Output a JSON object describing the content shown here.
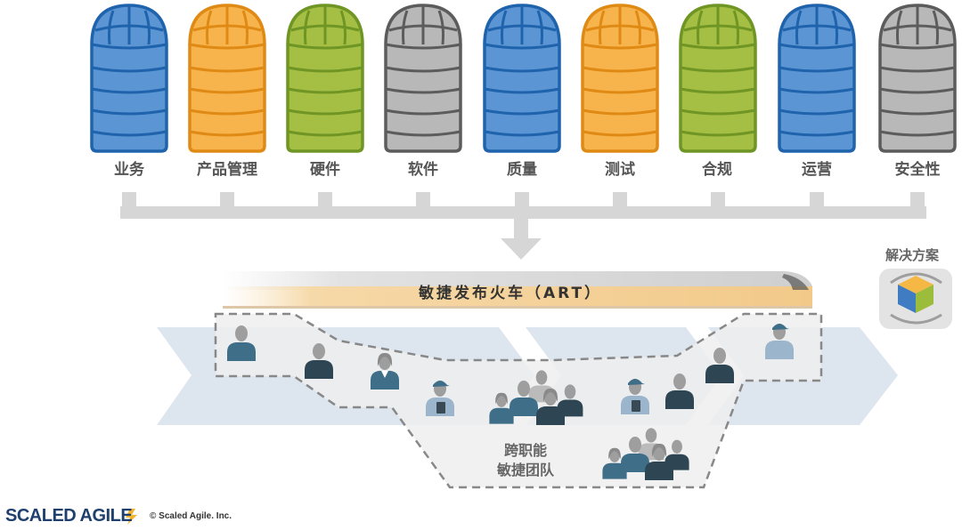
{
  "silos": [
    {
      "label": "业务",
      "color": "blue"
    },
    {
      "label": "产品管理",
      "color": "orange"
    },
    {
      "label": "硬件",
      "color": "green"
    },
    {
      "label": "软件",
      "color": "gray"
    },
    {
      "label": "质量",
      "color": "blue"
    },
    {
      "label": "测试",
      "color": "orange"
    },
    {
      "label": "合规",
      "color": "green"
    },
    {
      "label": "运营",
      "color": "blue"
    },
    {
      "label": "安全性",
      "color": "gray"
    }
  ],
  "palette": {
    "blue": {
      "fill": "#5b95d3",
      "stroke": "#1f63ad"
    },
    "orange": {
      "fill": "#f8b44c",
      "stroke": "#df8a14"
    },
    "green": {
      "fill": "#a5bf45",
      "stroke": "#6f9524"
    },
    "gray": {
      "fill": "#b8b8b8",
      "stroke": "#5c5c5c"
    },
    "connector": "#d6d6d6",
    "chevron": "#dde5ee",
    "team_area": "#efefef",
    "dash": "#888888",
    "person_dark": "#2e4654",
    "person_mid": "#3f6e88",
    "person_light": "#9bb5cc",
    "head": "#9e9e9e"
  },
  "art_title": "敏捷发布火车（ART）",
  "solution_label": "解决方案",
  "team_label": {
    "line1": "跨职能",
    "line2": "敏捷团队"
  },
  "brand": "SCALED AGILE",
  "copyright": "© Scaled Agile. Inc."
}
